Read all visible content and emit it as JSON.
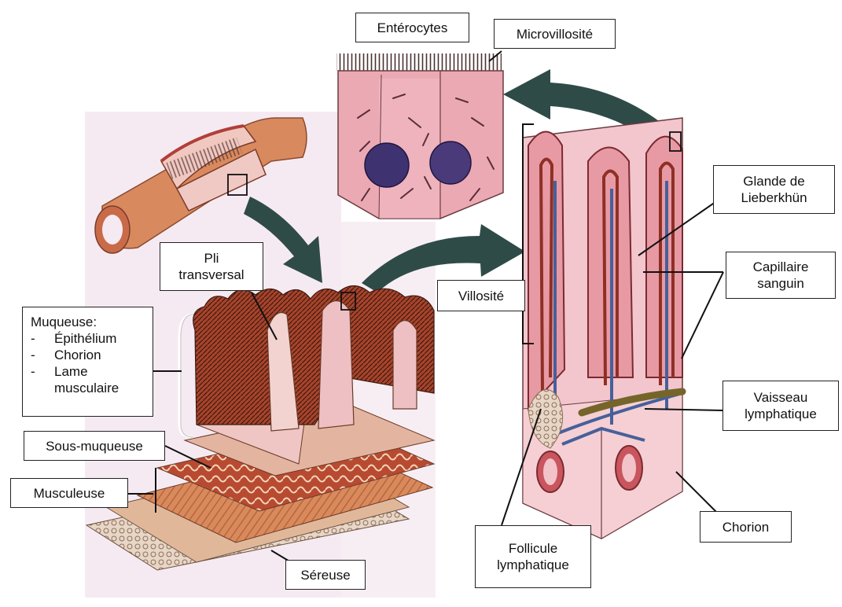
{
  "colors": {
    "tissue_pink": "#f2c3c8",
    "tissue_dark": "#c9555e",
    "muscle": "#d2865c",
    "villus_red": "#8f2f24",
    "vessel_blue": "#46609a",
    "lymph_olive": "#75652a",
    "nucleus": "#3f3271",
    "arrow": "#2f4b47"
  },
  "labels": {
    "enterocytes": "Entérocytes",
    "microvillosite": "Microvillosité",
    "glande": [
      "Glande de",
      "Lieberkhün"
    ],
    "capillaire": [
      "Capillaire",
      "sanguin"
    ],
    "pli": [
      "Pli",
      "transversal"
    ],
    "villosite": "Villosité",
    "muqueuse_title": "Muqueuse:",
    "muqueuse_items": [
      "Épithélium",
      "Chorion",
      "Lame",
      "musculaire"
    ],
    "dash": "-",
    "sous_muqueuse": "Sous-muqueuse",
    "musculeuse": "Musculeuse",
    "vaisseau": [
      "Vaisseau",
      "lymphatique"
    ],
    "chorion": "Chorion",
    "follicule": [
      "Follicule",
      "lymphatique"
    ],
    "sereuse": "Séreuse"
  }
}
